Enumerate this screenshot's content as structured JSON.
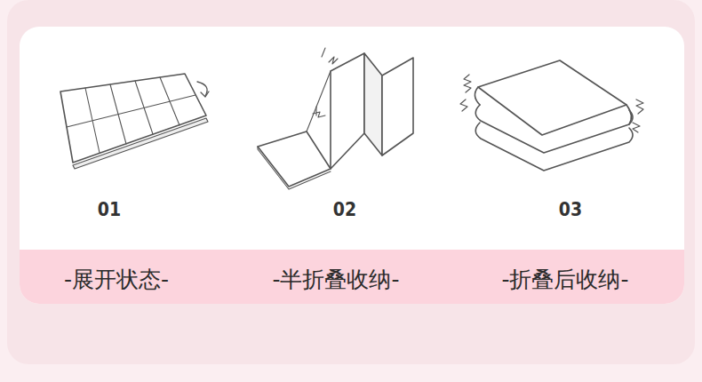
{
  "diagram": {
    "labels": [
      "01",
      "02",
      "03",
      "-展开状态-",
      "-半折叠收纳-",
      "-折叠后收纳-"
    ]
  }
}
